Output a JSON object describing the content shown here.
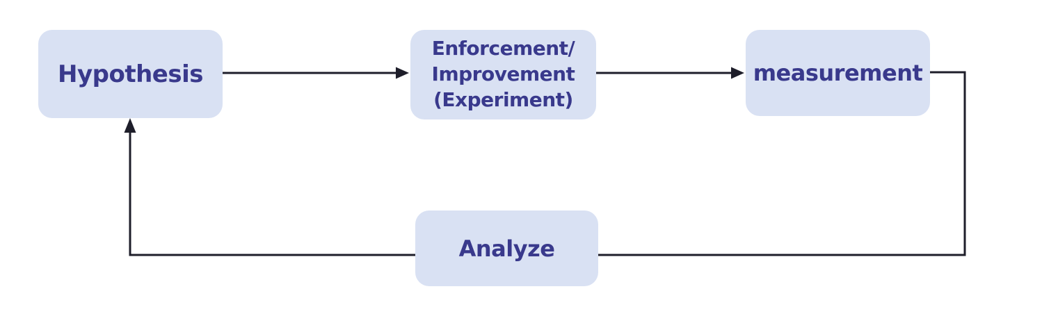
{
  "diagram": {
    "type": "flowchart",
    "nodes": [
      {
        "id": "hypothesis",
        "label": "Hypothesis"
      },
      {
        "id": "enforcement",
        "label": "Enforcement/\nImprovement\n(Experiment)"
      },
      {
        "id": "measurement",
        "label": "measurement"
      },
      {
        "id": "analyze",
        "label": "Analyze"
      }
    ],
    "edges": [
      {
        "from": "hypothesis",
        "to": "enforcement",
        "arrowhead": true
      },
      {
        "from": "enforcement",
        "to": "measurement",
        "arrowhead": true
      },
      {
        "from": "measurement",
        "to": "analyze",
        "arrowhead": false
      },
      {
        "from": "analyze",
        "to": "hypothesis",
        "arrowhead": true
      }
    ],
    "colors": {
      "node_fill": "#d9e1f3",
      "node_text": "#39398c",
      "edge_line": "#1e1e2a",
      "background": "#ffffff"
    }
  }
}
